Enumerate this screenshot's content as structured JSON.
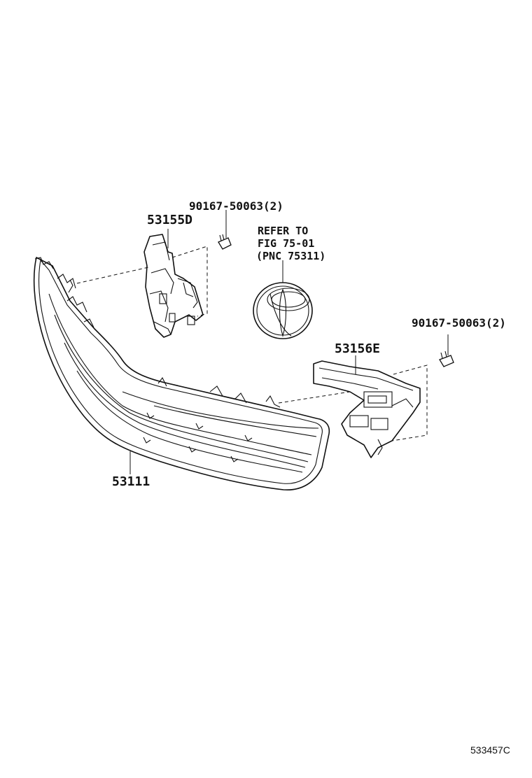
{
  "diagram": {
    "labels": {
      "bolt_left": "90167-50063(2)",
      "bracket_left": "53155D",
      "refer_line1": "REFER TO",
      "refer_line2": "FIG 75-01",
      "refer_line3": "(PNC 75311)",
      "bolt_right": "90167-50063(2)",
      "bracket_right": "53156E",
      "grille": "53111"
    },
    "figure_id": "533457C"
  }
}
